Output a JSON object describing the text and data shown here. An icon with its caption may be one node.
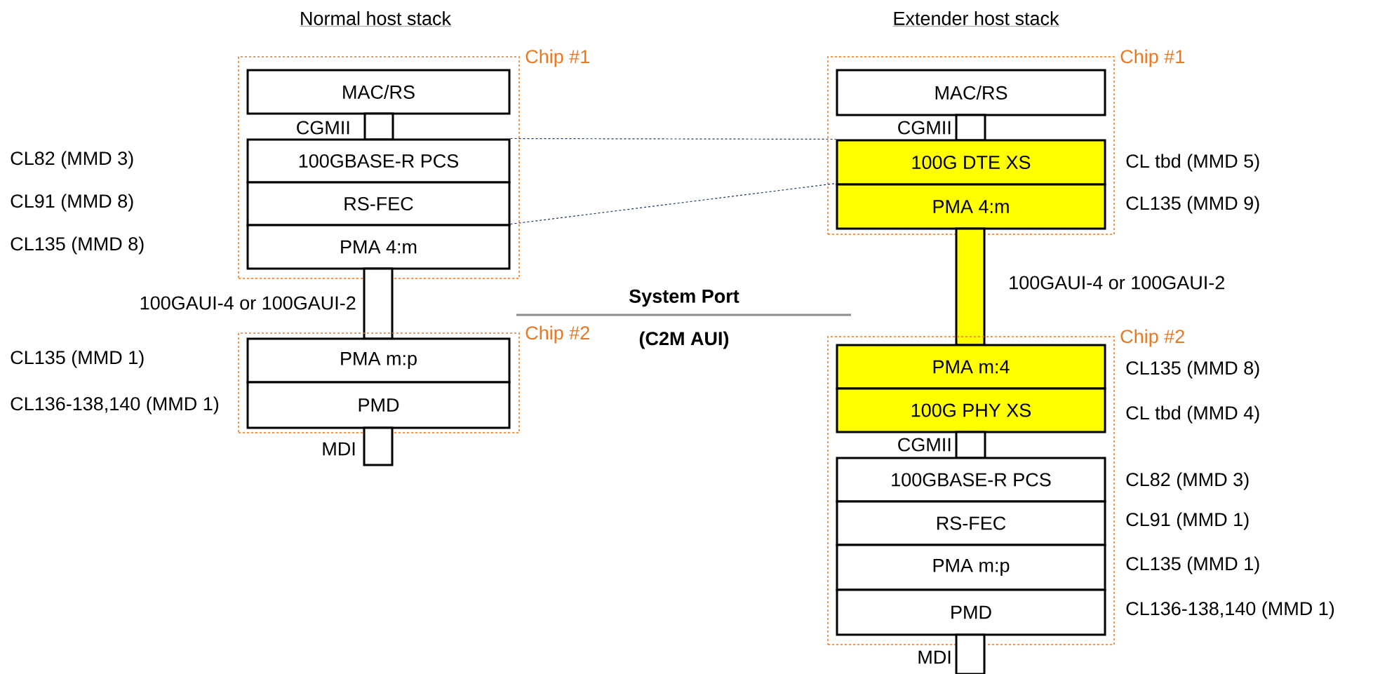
{
  "diagram": {
    "nodes": [
      {
        "text": [
          "Chip #1"
        ]
      },
      {
        "text": [
          "MAC/RS"
        ],
        "in": 0
      },
      {
        "text": [],
        "shape": "box",
        "beside": [
          "CGMII"
        ],
        "in": 0
      },
      {
        "text": [
          "100GBASE-R PCS"
        ],
        "in": 0
      },
      {
        "text": [
          "RS-FEC"
        ],
        "in": 0
      },
      {
        "text": [
          "PMA 4:m"
        ],
        "in": 0
      },
      {
        "text": [],
        "shape": "box",
        "beside": [
          "100GAUI-4 or 100GAUI-2"
        ]
      },
      {
        "text": [
          "Chip #2"
        ]
      },
      {
        "text": [
          "PMA m:p"
        ],
        "in": 7
      },
      {
        "text": [
          "PMD"
        ],
        "in": 7
      },
      {
        "text": [],
        "shape": "box",
        "beside": [
          "MDI"
        ]
      },
      {
        "text": [
          "Chip #1"
        ]
      },
      {
        "text": [
          "MAC/RS"
        ],
        "in": 11
      },
      {
        "text": [],
        "shape": "box",
        "beside": [
          "CGMII"
        ],
        "in": 11
      },
      {
        "text": [
          "100G DTE XS"
        ],
        "in": 11,
        "beside": [
          "CL tbd (MMD 5)"
        ]
      },
      {
        "text": [
          "PMA 4:m"
        ],
        "in": 11,
        "beside": [
          "CL135 (MMD 9)"
        ]
      },
      {
        "text": [],
        "shape": "box",
        "beside": [
          "100GAUI-4 or 100GAUI-2"
        ]
      },
      {
        "text": [
          "Chip #2"
        ]
      },
      {
        "text": [
          "PMA m:4"
        ],
        "in": 17,
        "beside": [
          "CL135 (MMD 8)"
        ]
      },
      {
        "text": [
          "100G PHY XS"
        ],
        "in": 17,
        "beside": [
          "CL tbd (MMD 4)"
        ]
      },
      {
        "text": [],
        "shape": "box",
        "beside": [
          "CGMII"
        ],
        "in": 17
      },
      {
        "text": [
          "100GBASE-R PCS"
        ],
        "in": 17,
        "beside": [
          "CL82 (MMD 3)"
        ]
      },
      {
        "text": [
          "RS-FEC"
        ],
        "in": 17,
        "beside": [
          "CL91 (MMD 1)"
        ]
      },
      {
        "text": [
          "PMA m:p"
        ],
        "in": 17,
        "beside": [
          "CL135 (MMD 1)"
        ]
      },
      {
        "text": [
          "PMD"
        ],
        "in": 17,
        "beside": [
          "CL136-138,140 (MMD 1)"
        ]
      },
      {
        "text": [],
        "shape": "box",
        "beside": [
          "MDI"
        ]
      }
    ],
    "edges": [
      {
        "from": 3,
        "to": 14,
        "arrow": "none",
        "style": "dashed"
      },
      {
        "from": 5,
        "to": 15,
        "arrow": "none",
        "style": "dashed"
      }
    ],
    "labels": [
      "Normal host stack",
      "Extender host stack",
      "CL82 (MMD 3)",
      "CL91 (MMD 8)",
      "CL135 (MMD 8)",
      "System Port",
      "(C2M AUI)",
      "CL135 (MMD 1)",
      "CL136-138,140 (MMD 1)"
    ]
  }
}
